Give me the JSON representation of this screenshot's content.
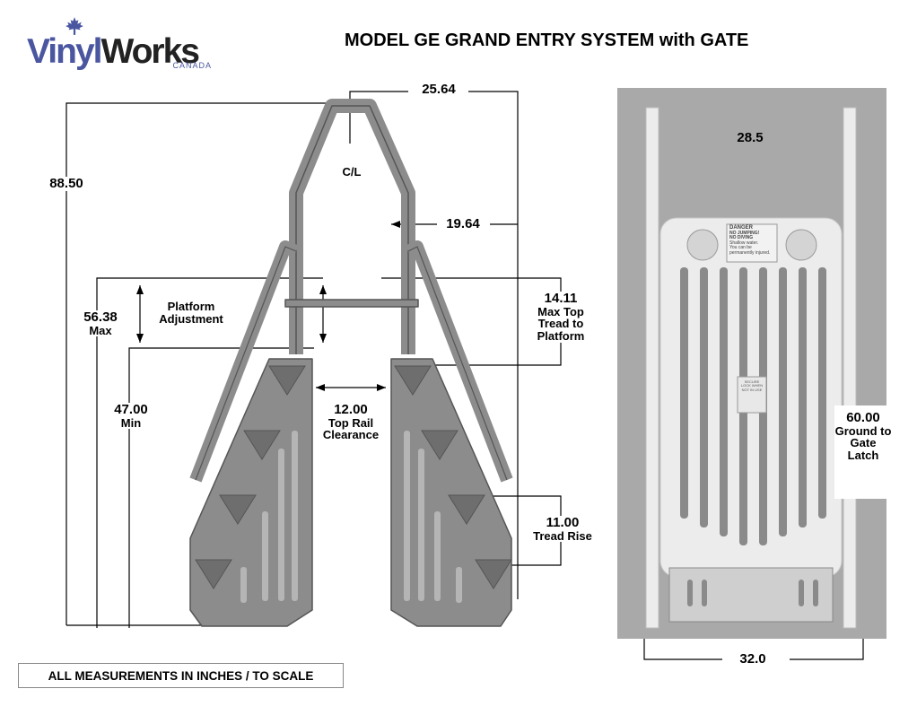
{
  "logo": {
    "brand_vinyl": "Vinyl",
    "brand_works": "Works",
    "brand_country": "CANADA"
  },
  "title": "MODEL GE GRAND ENTRY SYSTEM with GATE",
  "dimensions": {
    "top_width": "25.64",
    "centerline": "C/L",
    "overall_height": "88.50",
    "offset": "19.64",
    "platform_adjustment": "Platform Adjustment",
    "max_height_value": "56.38",
    "max_height_label": "Max",
    "max_top_value": "14.11",
    "max_top_label": "Max Top Tread to Platform",
    "min_height_value": "47.00",
    "min_height_label": "Min",
    "clearance_value": "12.00",
    "clearance_label": "Top Rail Clearance",
    "tread_rise_value": "11.00",
    "tread_rise_label": "Tread Rise",
    "gate_width": "28.5",
    "gate_latch_value": "60.00",
    "gate_latch_label": "Ground to Gate Latch",
    "base_width": "32.0"
  },
  "gate_sign": {
    "heading": "DANGER",
    "line1": "NO JUMPING!",
    "line2": "NO DIVING",
    "line3": "Shallow water.",
    "line4": "You can be",
    "line5": "permanently injured.",
    "latch_note": "SECURE LOCK WHEN NOT IN USE"
  },
  "note": "ALL MEASUREMENTS IN INCHES  /  TO SCALE",
  "colors": {
    "frame": "#8c8c8c",
    "frame_dark": "#555555",
    "photo_bg": "#a9a9a9",
    "gate_white": "#ececec"
  }
}
